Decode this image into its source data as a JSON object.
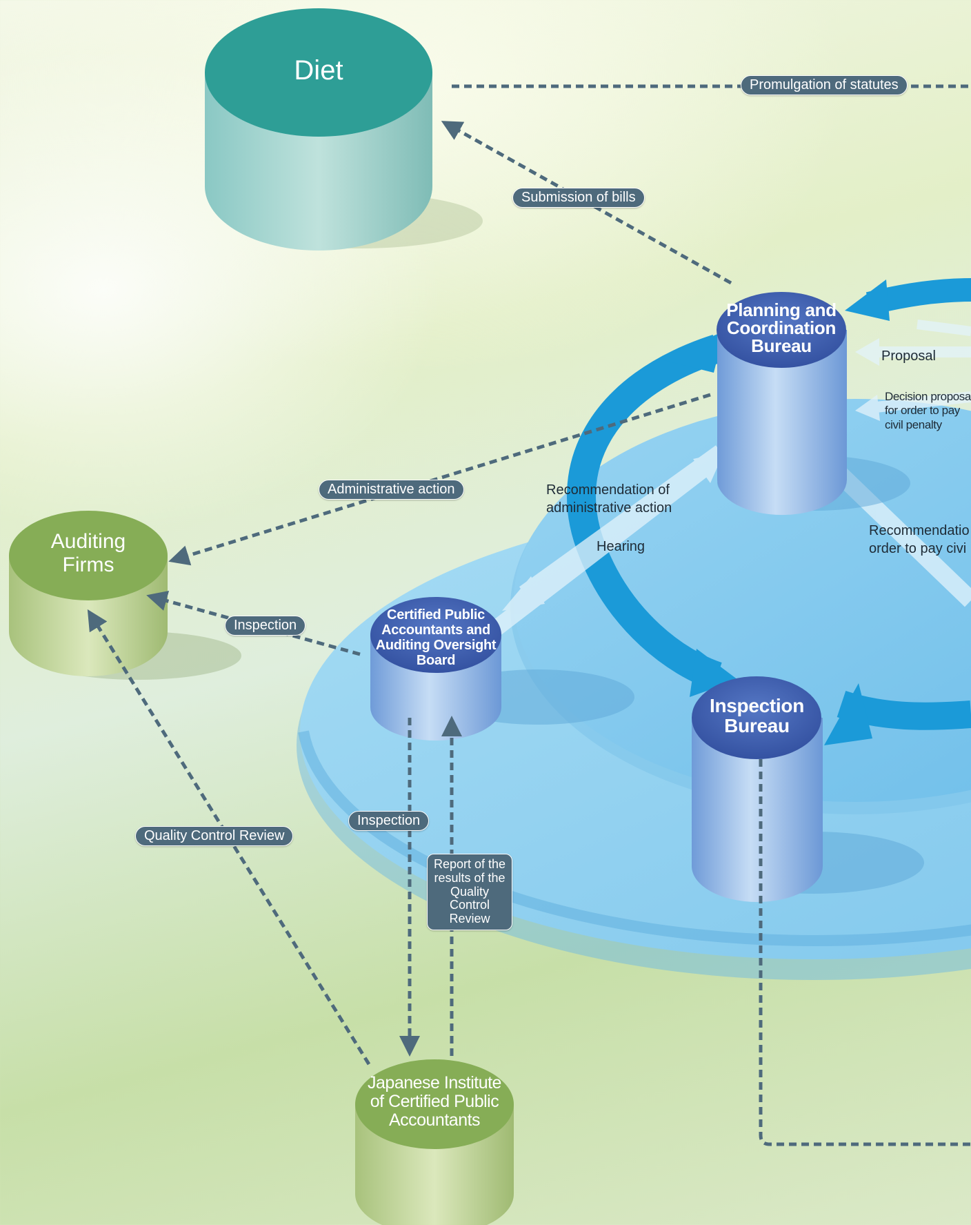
{
  "nodes": {
    "diet": "Diet",
    "auditing_firms": [
      "Auditing",
      "Firms"
    ],
    "planning_bureau": [
      "Planning and",
      "Coordination",
      "Bureau"
    ],
    "cpaaob": [
      "Certified Public",
      "Accountants and",
      "Auditing Oversight",
      "Board"
    ],
    "inspection_bureau": [
      "Inspection",
      "Bureau"
    ],
    "jicpa": [
      "Japanese Institute",
      "of Certified Public",
      "Accountants"
    ]
  },
  "labels": {
    "promulgation": "Promulgation of  statutes",
    "submission": "Submission of bills",
    "administrative_action": "Administrative action",
    "inspection_firms": "Inspection",
    "inspection_jicpa": "Inspection",
    "quality_control": "Quality Control Review",
    "report": "Report of the results of the Quality Control Review"
  },
  "texts": {
    "proposal": "Proposal",
    "decision_proposal": [
      "Decision proposal",
      "for order to pay",
      "civil  penalty"
    ],
    "recommendation_admin": [
      "Recommendation of",
      "administrative action"
    ],
    "hearing": "Hearing",
    "recommendation_order": [
      "Recommendatio",
      "order to pay civi"
    ]
  },
  "colors": {
    "diet": "#2e9e96",
    "firms": "#86ad56",
    "bureau_top": "#3f5fb0",
    "platform": "#8fd0f0",
    "ring_arrow": "#1b9ad8",
    "dashed": "#4e6a7c"
  }
}
